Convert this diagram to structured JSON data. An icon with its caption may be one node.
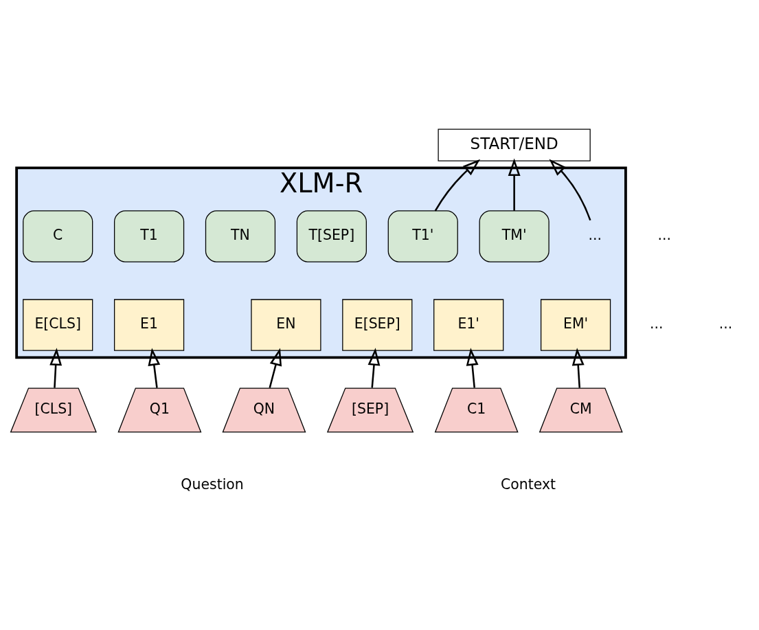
{
  "diagram": {
    "nodes": [
      {
        "text": [
          "START/END"
        ]
      },
      {
        "text": [
          "XLM-R"
        ]
      },
      {
        "text": [
          "C"
        ],
        "in": 1
      },
      {
        "text": [
          "T1"
        ],
        "in": 1
      },
      {
        "text": [
          "TN"
        ],
        "in": 1
      },
      {
        "text": [
          "T[SEP]"
        ],
        "in": 1
      },
      {
        "text": [
          "T1'"
        ],
        "in": 1
      },
      {
        "text": [
          "..."
        ],
        "in": 1
      },
      {
        "text": [
          "TM'"
        ],
        "in": 1
      },
      {
        "text": [
          "E[CLS]"
        ],
        "in": 1
      },
      {
        "text": [
          "E1"
        ],
        "in": 1
      },
      {
        "text": [
          "EN"
        ],
        "in": 1
      },
      {
        "text": [
          "E[SEP]"
        ],
        "in": 1
      },
      {
        "text": [
          "E1'"
        ],
        "in": 1
      },
      {
        "text": [
          "EM'"
        ],
        "in": 1
      },
      {
        "text": [
          "[CLS]"
        ]
      },
      {
        "text": [
          "Q1"
        ]
      },
      {
        "text": [
          "QN"
        ]
      },
      {
        "text": [
          "[SEP]"
        ]
      },
      {
        "text": [
          "C1"
        ]
      },
      {
        "text": [
          "CM"
        ]
      }
    ],
    "edges": [
      {
        "from": 6,
        "to": 0,
        "arrow": "to"
      },
      {
        "from": 7,
        "to": 0,
        "arrow": "to"
      },
      {
        "from": 8,
        "to": 0,
        "arrow": "to"
      },
      {
        "from": 15,
        "to": 9,
        "arrow": "to"
      },
      {
        "from": 16,
        "to": 10,
        "arrow": "to"
      },
      {
        "from": 17,
        "to": 11,
        "arrow": "to"
      },
      {
        "from": 18,
        "to": 12,
        "arrow": "to"
      },
      {
        "from": 19,
        "to": 13,
        "arrow": "to"
      },
      {
        "from": 20,
        "to": 14,
        "arrow": "to"
      }
    ],
    "labels": [
      "...",
      "...",
      "...",
      "Question",
      "Context"
    ]
  }
}
